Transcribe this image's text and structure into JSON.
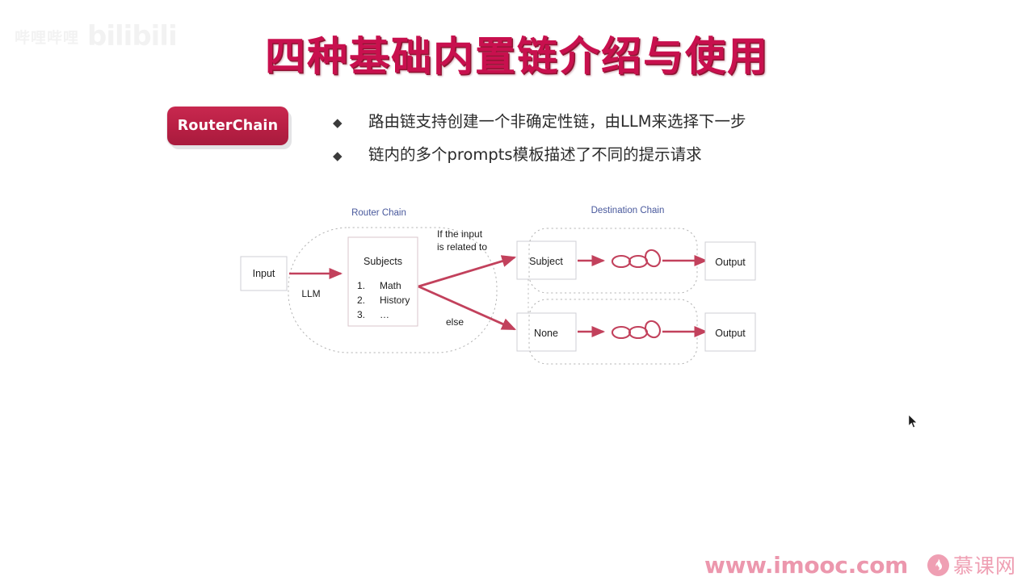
{
  "watermark": {
    "text": "哔哩哔哩",
    "logo": "bilibili"
  },
  "slide": {
    "title": "四种基础内置链介绍与使用",
    "title_color": "#c8104e",
    "badge": {
      "label": "RouterChain",
      "bg_color": "#b81f44",
      "text_color": "#ffffff"
    },
    "bullets": [
      {
        "marker": "◆",
        "text": "路由链支持创建一个非确定性链，由LLM来选择下一步"
      },
      {
        "marker": "◆",
        "text": "链内的多个prompts模板描述了不同的提示请求"
      }
    ]
  },
  "diagram": {
    "accent_color": "#c2415c",
    "label_color": "#48589c",
    "headings": {
      "router_chain": "Router Chain",
      "destination_chain": "Destination Chain"
    },
    "nodes": {
      "input": "Input",
      "llm": "LLM",
      "subjects_title": "Subjects",
      "subject": "Subject",
      "none": "None",
      "output_top": "Output",
      "output_bottom": "Output"
    },
    "subjects_list": [
      {
        "num": "1.",
        "name": "Math"
      },
      {
        "num": "2.",
        "name": "History"
      },
      {
        "num": "3.",
        "name": "…"
      }
    ],
    "edge_labels": {
      "condition_line1": "If the input",
      "condition_line2": "is related to",
      "else": "else"
    }
  },
  "footer": {
    "url": "www.imooc.com",
    "brand_cn": "慕课网",
    "brand_color": "#ef9fb3",
    "flame_icon": "flame-icon"
  }
}
